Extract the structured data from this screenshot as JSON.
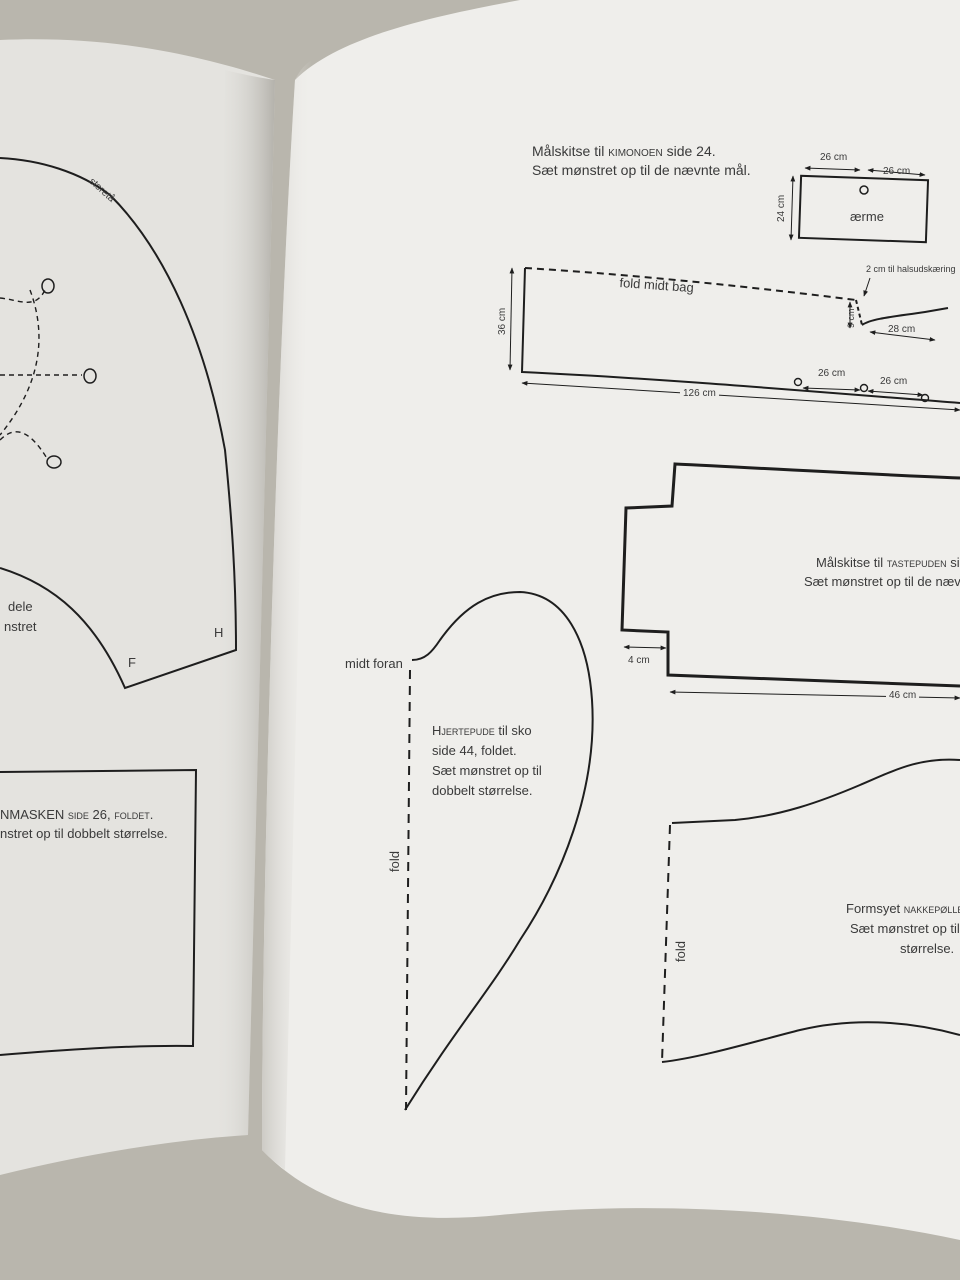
{
  "left_page": {
    "storeta_label": "storetå",
    "dele_fragment": "dele",
    "nstret_fragment": "nstret",
    "corner_f": "F",
    "corner_h": "H",
    "masken_line1": "NMASKEN side 26, foldet.",
    "masken_line2": "nstret op til dobbelt størrelse."
  },
  "kimono": {
    "caption_line1": "Målskitse til",
    "caption_name": "kimonoen",
    "caption_page": "side 24.",
    "caption_line2": "Sæt mønstret op til de nævnte mål.",
    "sleeve_label": "ærme",
    "dim_26a": "26 cm",
    "dim_26b": "26 cm",
    "dim_24": "24 cm",
    "neck_note": "2 cm til halsudskæring",
    "fold_label": "fold midt bag",
    "dim_36": "36 cm",
    "dim_9": "9 cm",
    "dim_28": "28 cm",
    "dim_126": "126 cm",
    "dim_26c": "26 cm",
    "dim_26d": "26 cm"
  },
  "tastepude": {
    "caption_line1_start": "Målskitse til",
    "caption_name": "tastepuden",
    "caption_line1_end": "sid",
    "caption_line2": "Sæt mønstret op til de nævn",
    "dim_4": "4 cm",
    "dim_46": "46 cm"
  },
  "hjertepude": {
    "midt_foran": "midt foran",
    "name": "Hjertepude",
    "line1_rest": "til sko",
    "line2": "side 44, foldet.",
    "line3": "Sæt mønstret op til",
    "line4": "dobbelt størrelse.",
    "fold": "fold"
  },
  "nakkepolle": {
    "line1_start": "Formsyet",
    "name": "nakkepølle",
    "line2": "Sæt mønstret op til",
    "line3": "størrelse.",
    "fold": "fold"
  },
  "colors": {
    "background": "#b9b6ad",
    "left_page": "#e4e3df",
    "right_page": "#efeeeb",
    "ink": "#1e1e1e"
  }
}
